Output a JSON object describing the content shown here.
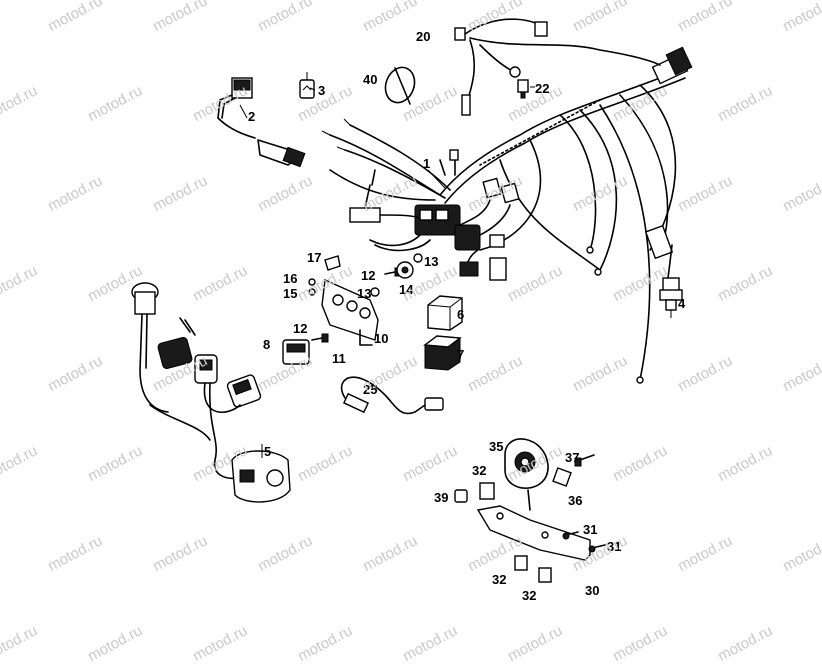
{
  "watermark": "motod.ru",
  "labels": {
    "l1": "1",
    "l2": "2",
    "l3": "3",
    "l4": "4",
    "l5": "5",
    "l6": "6",
    "l7": "7",
    "l8": "8",
    "l10": "10",
    "l11": "11",
    "l12a": "12",
    "l12b": "12",
    "l13a": "13",
    "l13b": "13",
    "l14": "14",
    "l15": "15",
    "l16": "16",
    "l17": "17",
    "l20": "20",
    "l22": "22",
    "l25": "25",
    "l30": "30",
    "l31a": "31",
    "l31b": "31",
    "l32a": "32",
    "l32b": "32",
    "l32c": "32",
    "l35": "35",
    "l36": "36",
    "l37": "37",
    "l39": "39",
    "l40": "40"
  }
}
